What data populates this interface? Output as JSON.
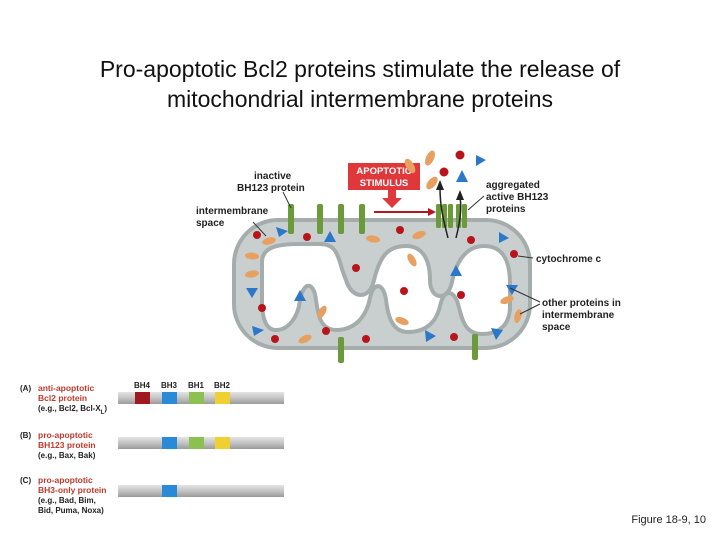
{
  "slide": {
    "title_line1": "Pro-apoptotic Bcl2 proteins stimulate the release of",
    "title_line2": "mitochondrial intermembrane proteins",
    "figure_caption": "Figure 18-9, 10"
  },
  "diagram": {
    "labels": {
      "inactive_line1": "inactive",
      "inactive_line2": "BH123 protein",
      "intermembrane_line1": "intermembrane",
      "intermembrane_line2": "space",
      "stimulus_line1": "APOPTOTIC",
      "stimulus_line2": "STIMULUS",
      "aggregated_line1": "aggregated",
      "aggregated_line2": "active BH123",
      "aggregated_line3": "proteins",
      "cytochrome": "cytochrome c",
      "other_line1": "other proteins in",
      "other_line2": "intermembrane",
      "other_line3": "space"
    },
    "colors": {
      "membrane": "#a8b0b0",
      "space_fill": "#c9cfcf",
      "inner_fill": "#ffffff",
      "bh123_green": "#6a9a3a",
      "stimulus_red": "#e0383a",
      "cytochrome_red": "#b8141c",
      "protein_blue": "#2b78c8",
      "protein_orange": "#e8a060"
    }
  },
  "legend": {
    "domain_headers": [
      "BH4",
      "BH3",
      "BH1",
      "BH2"
    ],
    "rows": [
      {
        "letter": "(A)",
        "line1": "anti-apoptotic",
        "line2": "Bcl2 protein",
        "line3": "(e.g., Bcl2, Bcl-X",
        "line3_sub": "L",
        "line3_end": ")",
        "line4": ""
      },
      {
        "letter": "(B)",
        "line1": "pro-apoptotic",
        "line2": "BH123 protein",
        "line3": "(e.g., Bax, Bak)",
        "line3_sub": "",
        "line3_end": "",
        "line4": ""
      },
      {
        "letter": "(C)",
        "line1": "pro-apoptotic",
        "line2": "BH3-only protein",
        "line3": "(e.g., Bad, Bim,",
        "line3_sub": "",
        "line3_end": "",
        "line4": "Bid, Puma, Noxa)"
      }
    ],
    "domain_colors": {
      "BH4": "#a01820",
      "BH3": "#2b8ad8",
      "BH1": "#8cc050",
      "BH2": "#f0d030"
    }
  }
}
